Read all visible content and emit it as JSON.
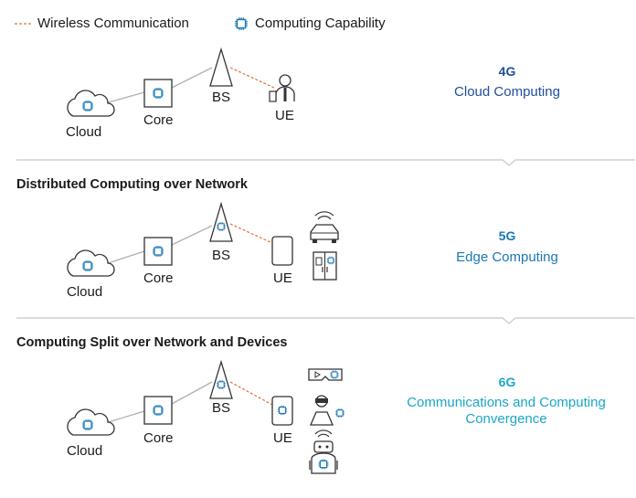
{
  "legend": {
    "wireless": "Wireless Communication",
    "computing": "Computing Capability"
  },
  "sections": [
    {
      "title": "",
      "nodes": {
        "cloud": "Cloud",
        "core": "Core",
        "bs": "BS",
        "ue": "UE"
      },
      "generation": "4G",
      "description": "Cloud Computing",
      "colors": {
        "generation": "#1f4e9c",
        "description": "#1f4e9c"
      }
    },
    {
      "title": "Distributed Computing over Network",
      "nodes": {
        "cloud": "Cloud",
        "core": "Core",
        "bs": "BS",
        "ue": "UE"
      },
      "generation": "5G",
      "description": "Edge Computing",
      "colors": {
        "generation": "#1a78b4",
        "description": "#1a78b4"
      }
    },
    {
      "title": "Computing Split over Network and Devices",
      "nodes": {
        "cloud": "Cloud",
        "core": "Core",
        "bs": "BS",
        "ue": "UE"
      },
      "generation": "6G",
      "description_line1": "Communications and Computing",
      "description_line2": "Convergence",
      "colors": {
        "generation": "#1aa6c8",
        "description": "#1aa6c8"
      }
    }
  ],
  "colors": {
    "link": "#b0b0b0",
    "wireless": "#e0703a",
    "icon": "#333333",
    "divider": "#c8c8c8"
  }
}
